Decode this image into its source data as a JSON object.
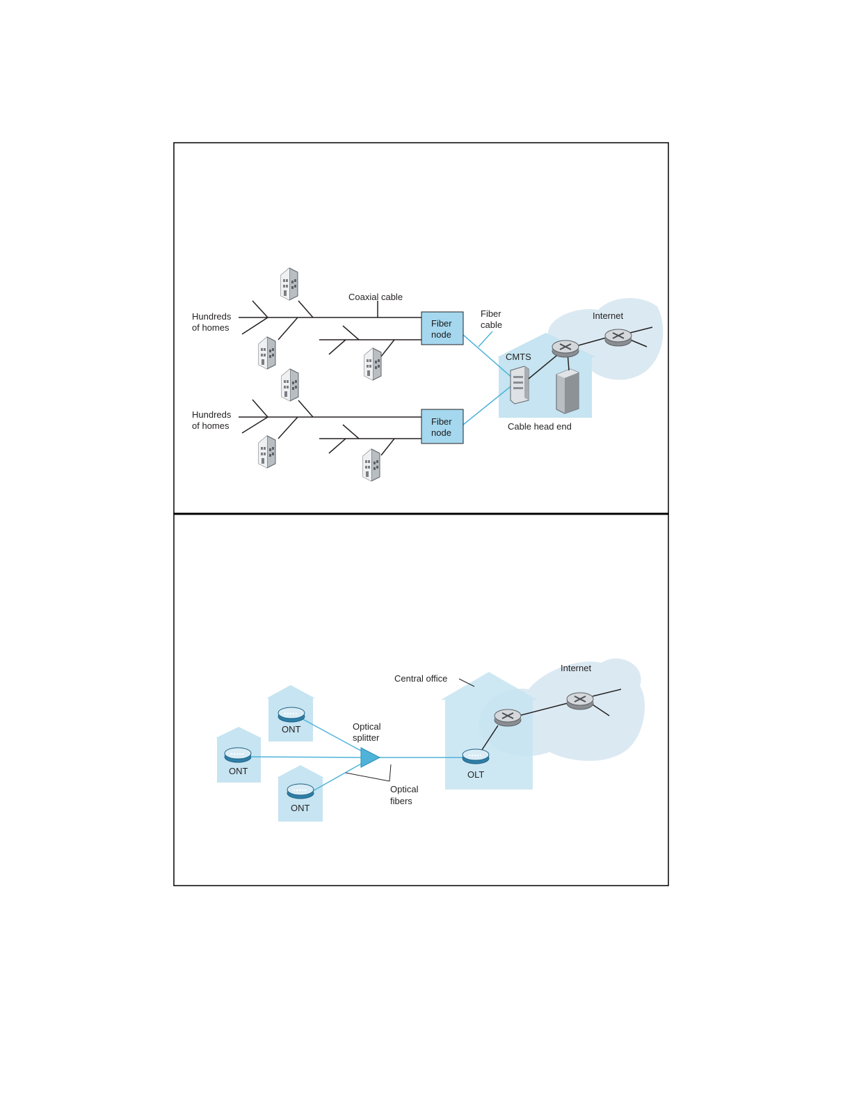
{
  "colors": {
    "fiber": "#4fb3d9",
    "box_fill": "#a5d8ef",
    "house_fill": "#c6e4f1",
    "cloud_fill": "#d7e7f1",
    "frame": "#000000"
  },
  "cable_network": {
    "labels": {
      "hundreds_homes_top": [
        "Hundreds",
        "of homes"
      ],
      "hundreds_homes_bottom": [
        "Hundreds",
        "of homes"
      ],
      "coaxial_cable": "Coaxial cable",
      "fiber_cable": [
        "Fiber",
        "cable"
      ],
      "fiber_node_top": [
        "Fiber",
        "node"
      ],
      "fiber_node_bottom": [
        "Fiber",
        "node"
      ],
      "cmts": "CMTS",
      "internet": "Internet",
      "cable_head_end": "Cable head end"
    },
    "icons": [
      "house-icon",
      "router-icon",
      "server-icon",
      "cmts-rack-icon",
      "cloud-icon"
    ]
  },
  "fiber_network": {
    "labels": {
      "central_office": "Central office",
      "internet": "Internet",
      "optical_splitter": [
        "Optical",
        "splitter"
      ],
      "optical_fibers": [
        "Optical",
        "fibers"
      ],
      "ont_top": "ONT",
      "ont_left": "ONT",
      "ont_bottom": "ONT",
      "olt": "OLT"
    },
    "icons": [
      "house-icon",
      "modem-icon",
      "splitter-icon",
      "router-icon",
      "cloud-icon"
    ]
  }
}
